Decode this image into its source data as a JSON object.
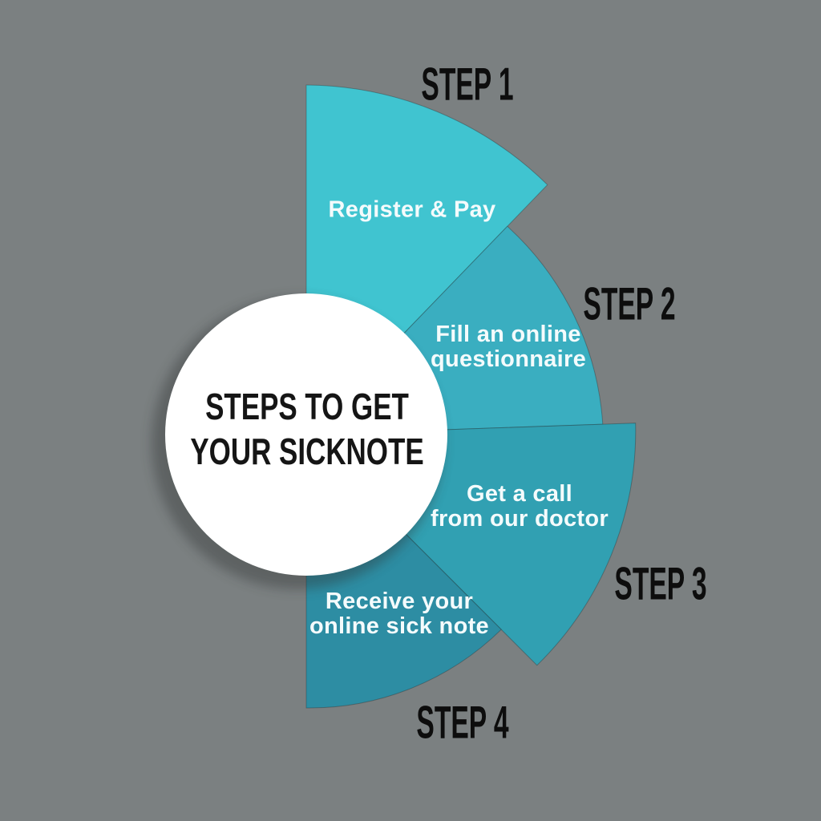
{
  "title": {
    "line1": "STEPS TO GET",
    "line2": "YOUR SICKNOTE",
    "text_color": "#151515",
    "circle_color": "#ffffff"
  },
  "steps": [
    {
      "step_label": "STEP 1",
      "line1": "Register & Pay",
      "line2": "",
      "color": "#40c4d0"
    },
    {
      "step_label": "STEP 2",
      "line1": "Fill an online",
      "line2": "questionnaire",
      "color": "#3aaec0"
    },
    {
      "step_label": "STEP 3",
      "line1": "Get a call",
      "line2": "from our doctor",
      "color": "#31a0b2"
    },
    {
      "step_label": "STEP 4",
      "line1": "Receive your",
      "line2": "online sick note",
      "color": "#2d8da3"
    }
  ],
  "colors": {
    "background": "#7b8081",
    "step_label_text": "#0d0d0d",
    "wedge_label_text": "#f4fbfc",
    "shadow": "#3a3d3e"
  }
}
